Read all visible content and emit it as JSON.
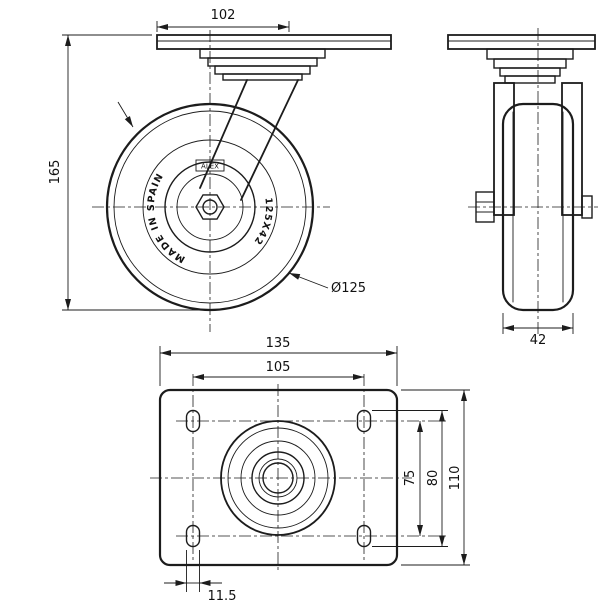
{
  "drawing": {
    "side_view": {
      "dim_plate_top": "102",
      "dim_overall_height": "165",
      "dim_wheel_diameter": "Ø125",
      "wheel_text_left": "MADE IN SPAIN",
      "wheel_text_right": "125X42",
      "hub_label": "ALEX"
    },
    "front_view": {
      "dim_wheel_width": "42"
    },
    "plan_view": {
      "dim_plate_length": "135",
      "dim_bolt_spacing_length": "105",
      "dim_bolt_spacing_width": "75",
      "dim_slot_span": "80",
      "dim_plate_width": "110",
      "dim_slot_width": "11.5"
    },
    "colors": {
      "line": "#1c1c1c",
      "background": "#ffffff"
    }
  }
}
